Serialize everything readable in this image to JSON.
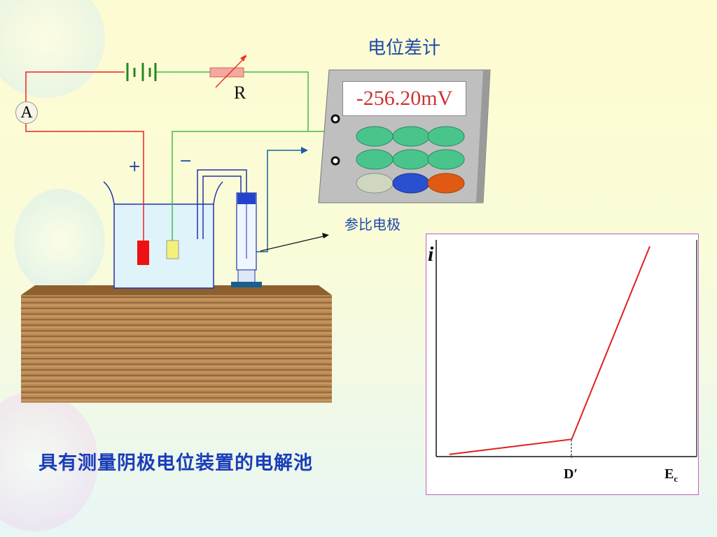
{
  "meter": {
    "title": "电位差计",
    "display_value": "-256.20mV"
  },
  "circuit": {
    "ammeter_label": "A",
    "resistor_label": "R",
    "plus_label": "+",
    "minus_label": "−"
  },
  "reference_electrode_label": "参比电极",
  "caption": "具有测量阴极电位装置的电解池",
  "chart_data": {
    "type": "line",
    "ylabel": "i",
    "xlabel": "Ec",
    "xlabel_main": "E",
    "xlabel_sub": "c",
    "annotations": [
      "D′"
    ],
    "series": [
      {
        "points": [
          [
            0.05,
            0.01
          ],
          [
            0.52,
            0.08
          ],
          [
            0.82,
            0.97
          ]
        ]
      }
    ]
  },
  "colors": {
    "caption": "#1a3db8",
    "curve": "#dd2222",
    "display_text": "#cc3333",
    "positive_electrode": "#ee1111",
    "negative_electrode": "#f4f07a"
  }
}
